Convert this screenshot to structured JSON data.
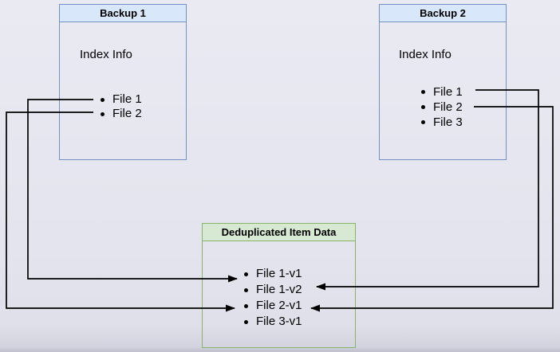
{
  "diagram": {
    "backup1": {
      "title": "Backup 1",
      "label": "Index Info",
      "files": [
        "File 1",
        "File 2"
      ]
    },
    "backup2": {
      "title": "Backup 2",
      "label": "Index Info",
      "files": [
        "File 1",
        "File 2",
        "File 3"
      ]
    },
    "dedup": {
      "title": "Deduplicated Item Data",
      "items": [
        "File 1-v1",
        "File 1-v2",
        "File 2-v1",
        "File 3-v1"
      ]
    },
    "connections": [
      {
        "from": "Backup 1 / File 1",
        "to": "File 1-v1"
      },
      {
        "from": "Backup 1 / File 2",
        "to": "File 2-v1"
      },
      {
        "from": "Backup 2 / File 1",
        "to": "File 1-v2"
      },
      {
        "from": "Backup 2 / File 2",
        "to": "File 2-v1"
      }
    ],
    "colors": {
      "background": "#e4e4ee",
      "backup_fill": "#d9e7fa",
      "backup_border": "#7591c4",
      "dedup_fill": "#d7e9d2",
      "dedup_border": "#86b566",
      "arrow": "#000000",
      "text": "#000000"
    }
  }
}
